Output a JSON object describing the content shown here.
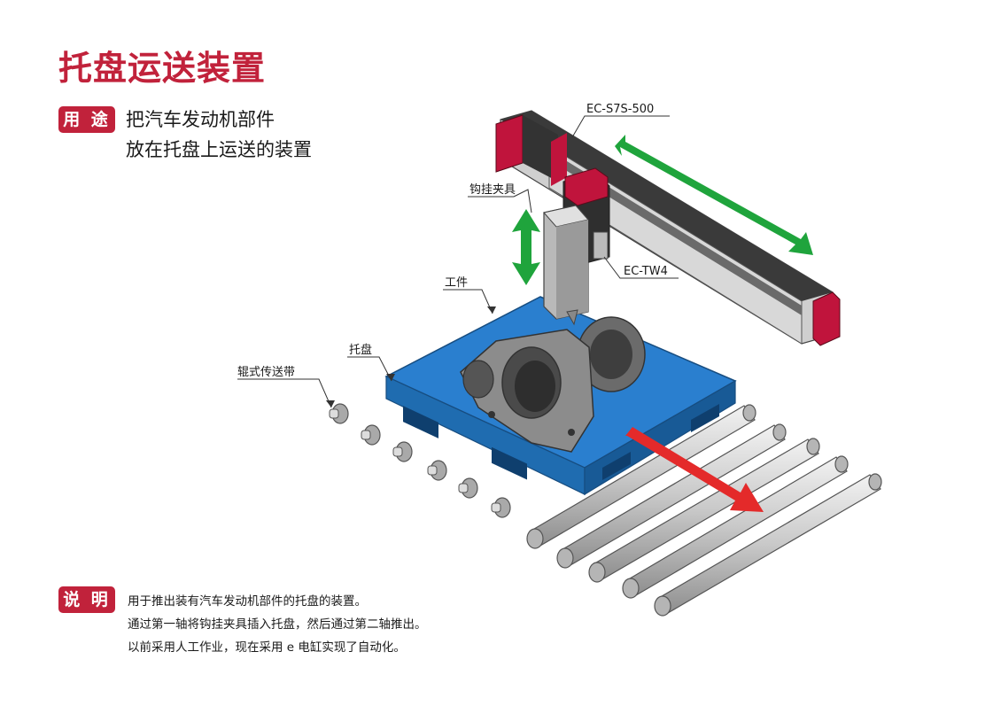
{
  "title": "托盘运送装置",
  "usage": {
    "badge": "用 途",
    "lines": [
      "把汽车发动机部件",
      "放在托盘上运送的装置"
    ]
  },
  "labels": {
    "actuator1": "EC-S7S-500",
    "gripper": "钩挂夹具",
    "actuator2": "EC-TW4",
    "workpiece": "工件",
    "pallet": "托盘",
    "conveyor": "辊式传送带"
  },
  "description": {
    "badge": "说 明",
    "lines": [
      "用于推出装有汽车发动机部件的托盘的装置。",
      "通过第一轴将钩挂夹具插入托盘，然后通过第二轴推出。",
      "以前采用人工作业，现在采用 e 电缸实现了自动化。"
    ]
  },
  "colors": {
    "accent": "#c1223b",
    "pallet": "#1f73bd",
    "arrow_green": "#1fa43c",
    "arrow_red": "#e42a2a"
  }
}
